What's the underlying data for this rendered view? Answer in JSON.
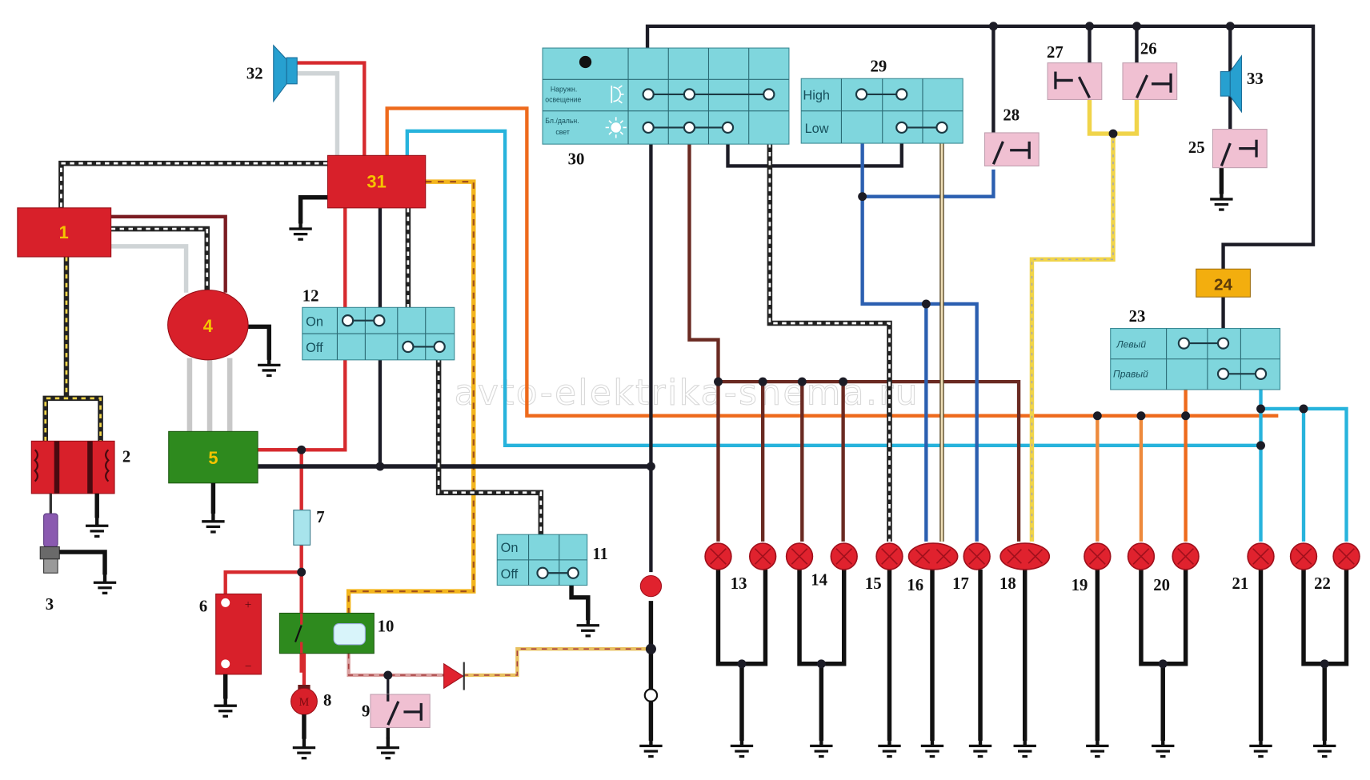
{
  "title": "Motorcycle wiring diagram",
  "watermark": "avto-elektrika-shema.ru",
  "colors": {
    "red_component": "#d8202a",
    "green_component": "#2e8a1e",
    "switch_block": "#7fd6dd",
    "button_pink": "#f0c0d2",
    "fuse_blue": "#a8e4ec",
    "relay_orange": "#f3ae0e",
    "wire_black": "#1c1c26",
    "wire_red": "#d62a2e",
    "wire_orange": "#ee6a1c",
    "wire_cyan": "#27b3dc",
    "wire_blue": "#2b5fb0",
    "wire_brown": "#6a2a22",
    "wire_yellow": "#f0d44a",
    "lamp_red": "#e0222e"
  },
  "components": {
    "c1": "1",
    "c2": "2",
    "c3": "3",
    "c4": "4",
    "c5": "5",
    "c6": "6",
    "c7": "7",
    "c8": "8",
    "c8_symbol": "M",
    "c9": "9",
    "c10": "10",
    "c11": "11",
    "c12": "12",
    "c13": "13",
    "c14": "14",
    "c15": "15",
    "c16": "16",
    "c17": "17",
    "c18": "18",
    "c19": "19",
    "c20": "20",
    "c21": "21",
    "c22": "22",
    "c23": "23",
    "c24": "24",
    "c25": "25",
    "c26": "26",
    "c27": "27",
    "c28": "28",
    "c29": "29",
    "c30": "30",
    "c31": "31",
    "c32": "32",
    "c33": "33"
  },
  "battery": {
    "plus": "+",
    "minus": "−"
  },
  "switch12": {
    "row1": "On",
    "row2": "Off"
  },
  "switch11": {
    "row1": "On",
    "row2": "Off"
  },
  "switch29": {
    "row1": "High",
    "row2": "Low"
  },
  "switch30": {
    "row1_line1": "Наружн.",
    "row1_line2": "освещение",
    "row2_line1": "Бл./дальн.",
    "row2_line2": "свет"
  },
  "switch23": {
    "row1": "Левый",
    "row2": "Правый"
  }
}
